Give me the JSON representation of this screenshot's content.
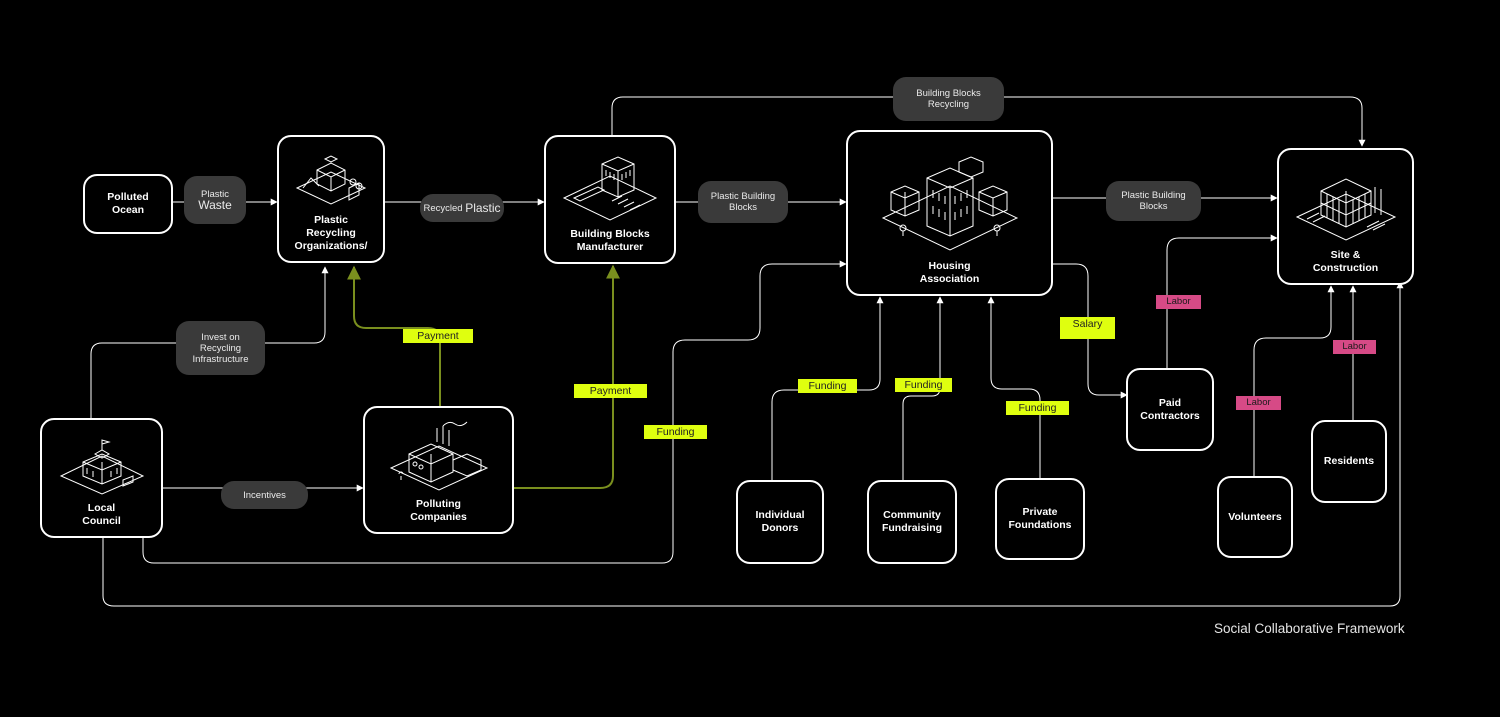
{
  "caption": "Social Collaborative Framework",
  "nodes": {
    "polluted_ocean": "Polluted\nOcean",
    "plastic_recycling": "Plastic\nRecycling\nOrganizations/",
    "building_blocks_manufacturer": "Building Blocks\nManufacturer",
    "housing_association": "Housing\nAssociation",
    "site_construction": "Site &\nConstruction",
    "local_council": "Local\nCouncil",
    "polluting_companies": "Polluting\nCompanies",
    "individual_donors": "Individual\nDonors",
    "community_fundraising": "Community\nFundraising",
    "private_foundations": "Private\nFoundations",
    "paid_contractors": "Paid\nContractors",
    "volunteers": "Volunteers",
    "residents": "Residents"
  },
  "pills": {
    "plastic_waste_small": "Plastic",
    "plastic_waste_big": "Waste",
    "recycled_small": "Recycled",
    "recycled_big": "Plastic",
    "plastic_building_blocks_1": "Plastic Building\nBlocks",
    "plastic_building_blocks_2": "Plastic Building\nBlocks",
    "building_blocks_recycling": "Building Blocks\nRecycling",
    "invest": "Invest on\nRecycling\nInfrastructure",
    "incentives": "Incentives"
  },
  "tags": {
    "payment_1": "Payment",
    "payment_2": "Payment",
    "funding_council": "Funding",
    "funding_donors": "Funding",
    "funding_community": "Funding",
    "funding_foundations": "Funding",
    "salary": "Salary",
    "labor_contractors": "Labor",
    "labor_volunteers": "Labor",
    "labor_residents": "Labor"
  },
  "colors": {
    "background": "#000000",
    "line": "#ffffff",
    "payment_line": "#7a8f1e",
    "funding_tag": "#dfff0f",
    "labor_tag": "#d64a86",
    "pill": "#3a3a3a"
  }
}
